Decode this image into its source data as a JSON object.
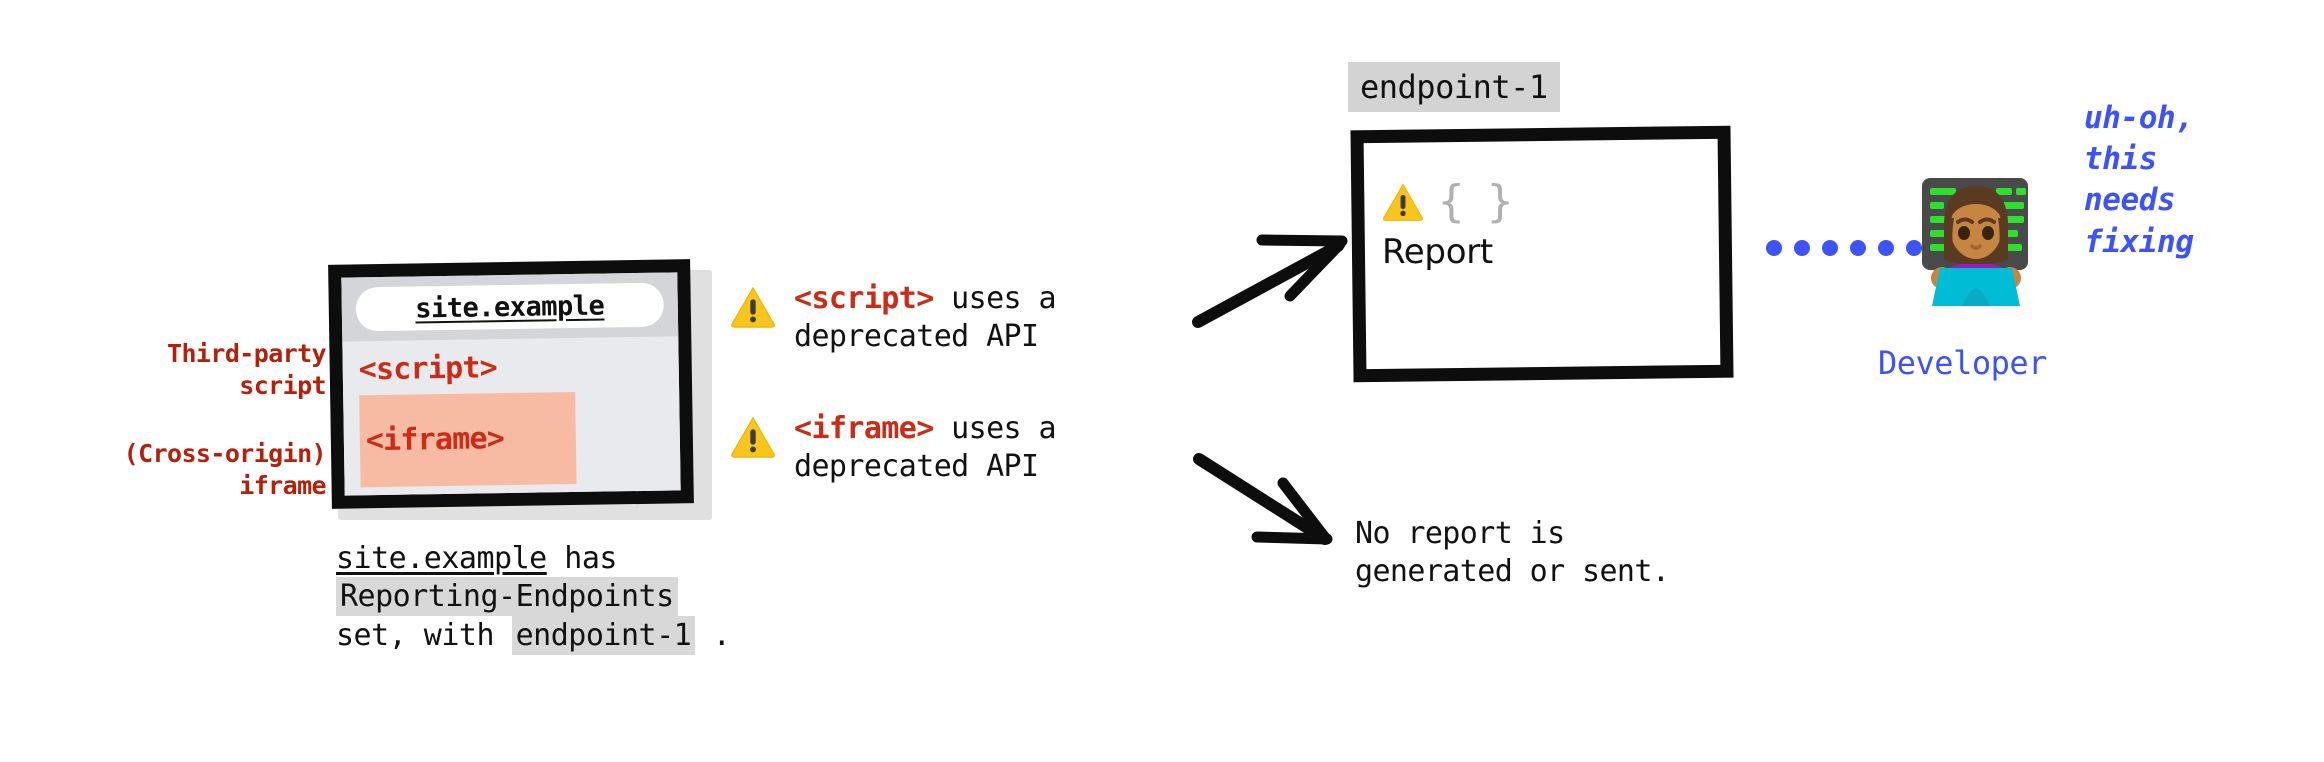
{
  "diagram": {
    "title_context": "Reporting API - third-party script and cross-origin iframe report delivery",
    "colors": {
      "red_label": "#b5200d",
      "code_red": "#cc2b15",
      "blue": "#3d53f5",
      "warning_yellow": "#f8c51c",
      "iframe_highlight": "#f7bba4",
      "code_highlight": "#d3d3d3",
      "browser_chrome": "#d3d5d9",
      "browser_body": "#e8eaed",
      "frame_black": "#0d0d0d",
      "brace_gray": "#b0b0b0"
    }
  },
  "left_labels": {
    "third_party_script": "Third-party\nscript",
    "cross_origin_iframe": "(Cross-origin)\niframe"
  },
  "browser": {
    "url": "site.example",
    "script_tag": "<script>",
    "iframe_tag": "<iframe>"
  },
  "caption": {
    "site": "site.example",
    "has": " has ",
    "header": "Reporting-Endpoints",
    "set_with": "set, with ",
    "endpoint": "endpoint-1",
    "period": " ."
  },
  "warnings": [
    {
      "icon": "warning-triangle-icon",
      "tag": "<script>",
      "rest": " uses a\ndeprecated API"
    },
    {
      "icon": "warning-triangle-icon",
      "tag": "<iframe>",
      "rest": " uses a\ndeprecated API"
    }
  ],
  "endpoint_box": {
    "label": "endpoint-1",
    "braces": "{ }",
    "report_text": "Report"
  },
  "no_report": {
    "text": "No report is\ngenerated or sent."
  },
  "developer": {
    "emoji_name": "woman-technologist-emoji",
    "label": "Developer",
    "speech": "uh-oh,\nthis\nneeds\nfixing",
    "dot_count": 6
  }
}
